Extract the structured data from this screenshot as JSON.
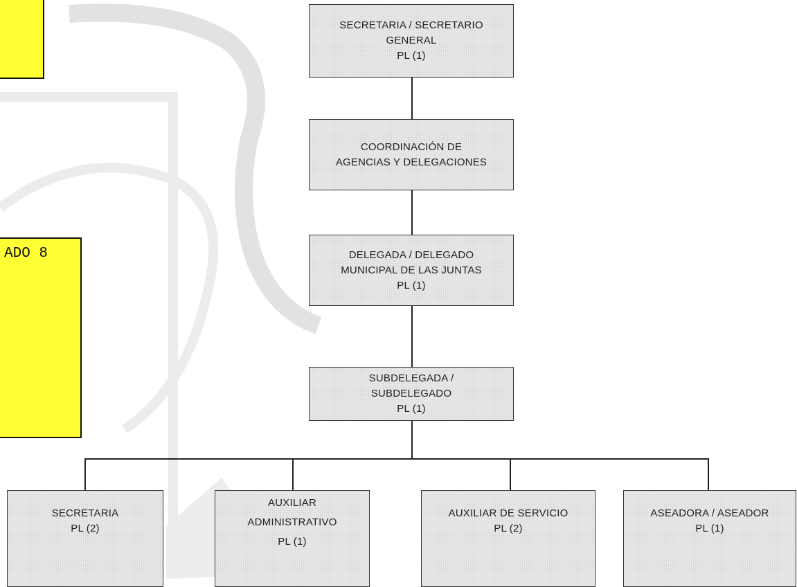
{
  "notes": {
    "top_left": "",
    "middle_left": "ADO 8"
  },
  "boxes": {
    "secretaria_general": {
      "line1": "SECRETARIA / SECRETARIO",
      "line2": "GENERAL",
      "line3": "PL (1)"
    },
    "coordinacion": {
      "line1": "COORDINACIÓN DE",
      "line2": "AGENCIAS Y DELEGACIONES"
    },
    "delegado": {
      "line1": "DELEGADA / DELEGADO",
      "line2": "MUNICIPAL DE LAS JUNTAS",
      "line3": "PL (1)"
    },
    "subdelegado": {
      "line1": "SUBDELEGADA /",
      "line2": "SUBDELEGADO",
      "line3": "PL (1)"
    },
    "secretaria": {
      "line1": "SECRETARIA",
      "line2": "PL (2)"
    },
    "auxiliar_admin": {
      "line1": "AUXILIAR",
      "line2": "ADMINISTRATIVO",
      "line3": "PL (1)"
    },
    "auxiliar_servicio": {
      "line1": "AUXILIAR DE SERVICIO",
      "line2": "PL (2)"
    },
    "aseadora": {
      "line1": "ASEADORA / ASEADOR",
      "line2": "PL (1)"
    }
  }
}
